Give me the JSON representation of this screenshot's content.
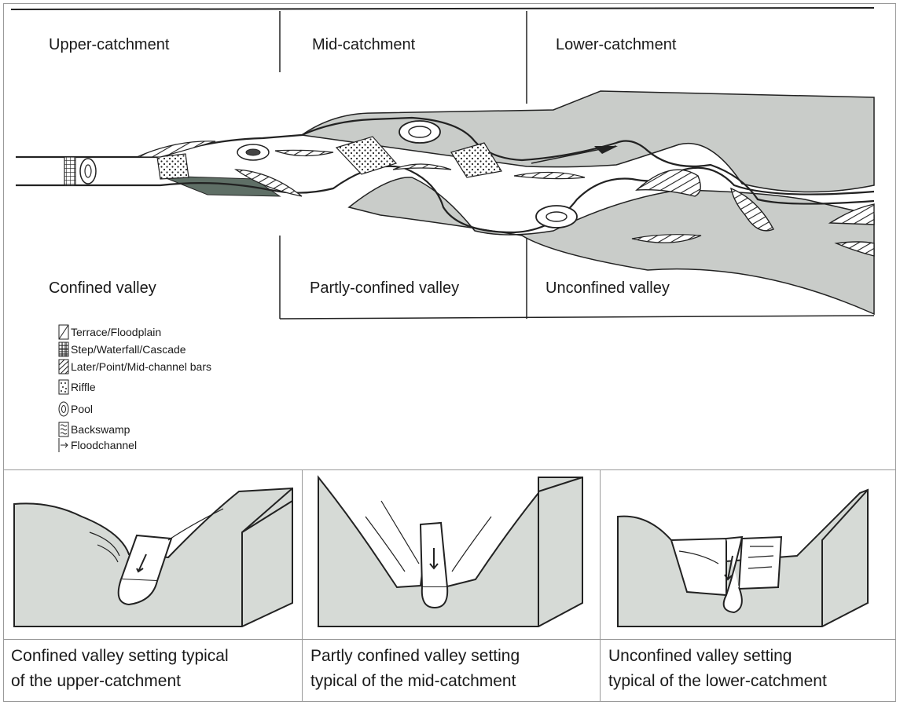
{
  "zones": {
    "upper": "Upper-catchment",
    "mid": "Mid-catchment",
    "lower": "Lower-catchment"
  },
  "valleys": {
    "confined": "Confined valley",
    "partly": "Partly-confined valley",
    "unconfined": "Unconfined valley"
  },
  "legend": [
    {
      "icon": "terrace-floodplain-icon",
      "label": "Terrace/Floodplain"
    },
    {
      "icon": "step-waterfall-icon",
      "label": "Step/Waterfall/Cascade"
    },
    {
      "icon": "channel-bar-icon",
      "label": "Later/Point/Mid-channel bars"
    },
    {
      "icon": "riffle-icon",
      "label": "Riffle"
    },
    {
      "icon": "pool-icon",
      "label": "Pool"
    },
    {
      "icon": "backswamp-icon",
      "label": "Backswamp"
    },
    {
      "icon": "floodchannel-arrow-icon",
      "label": "Floodchannel"
    }
  ],
  "captions": {
    "upper": [
      "Confined valley setting typical",
      "of the upper-catchment"
    ],
    "mid": [
      "Partly confined valley setting",
      "typical of the mid-catchment"
    ],
    "lower": [
      "Unconfined valley setting",
      "typical of the lower-catchment"
    ]
  },
  "colors": {
    "floodplain": "#c9ccc9",
    "ink": "#222222",
    "paper": "#ffffff"
  }
}
